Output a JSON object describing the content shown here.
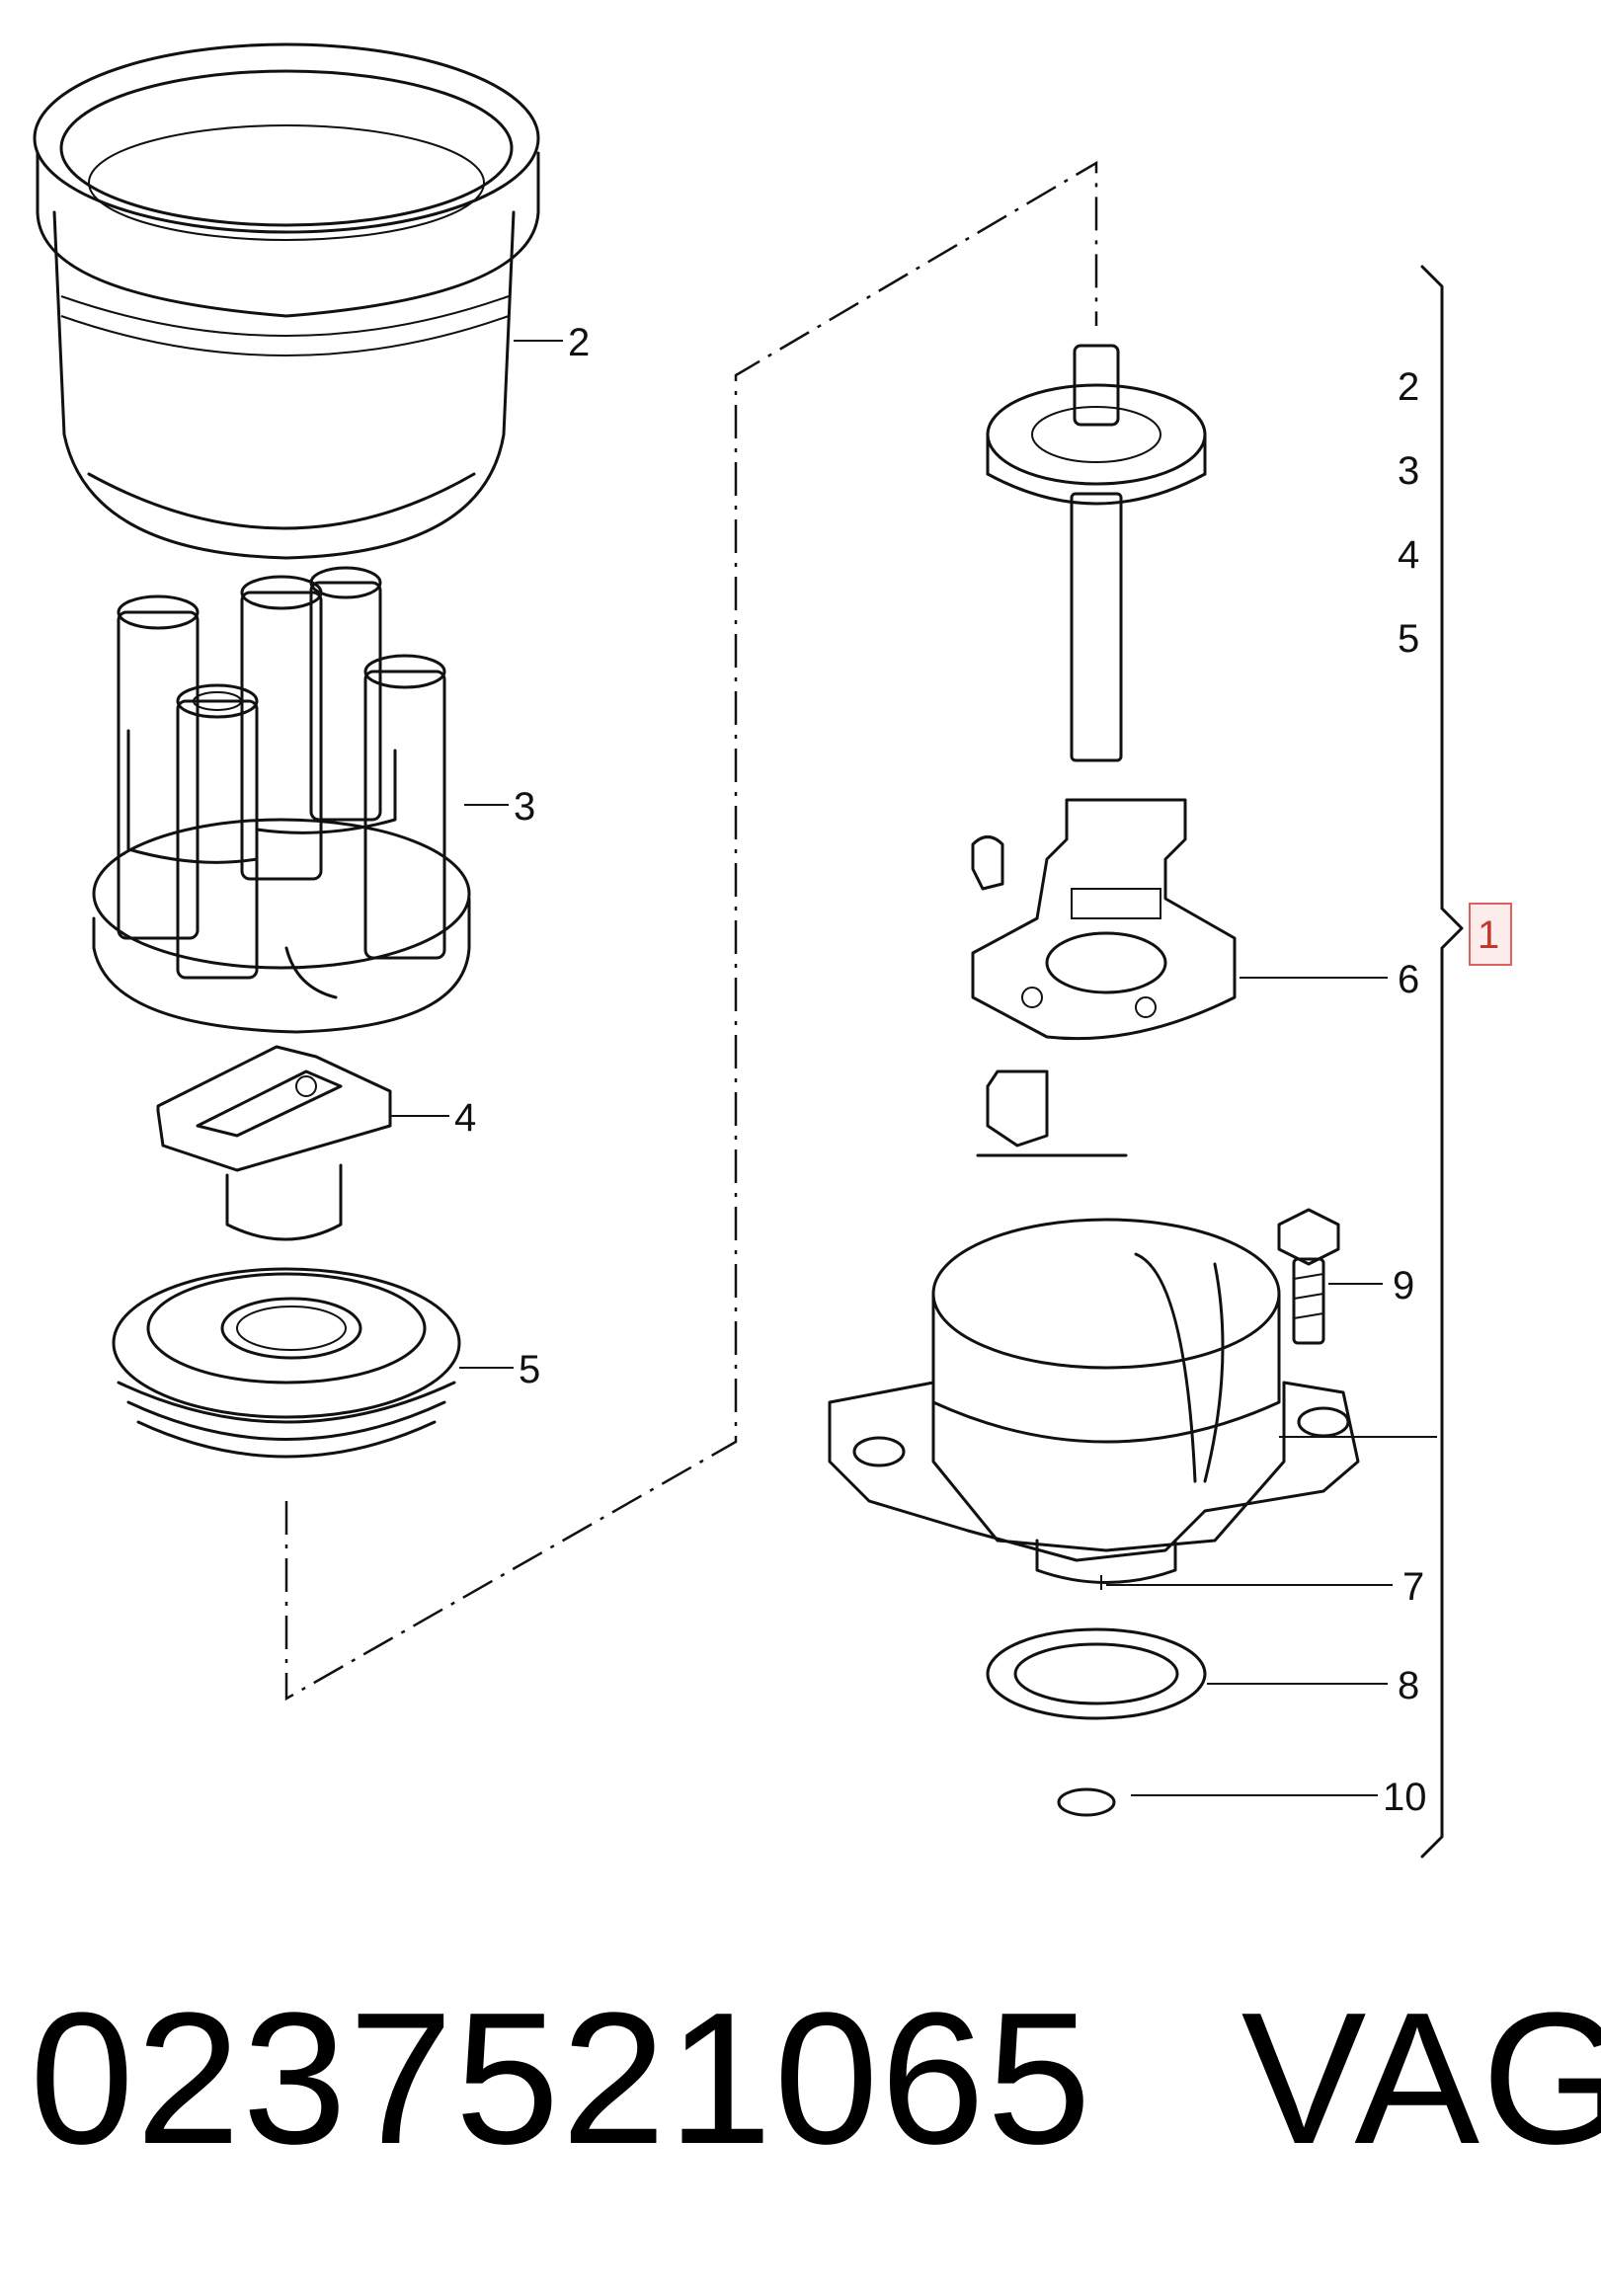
{
  "callouts_left": {
    "cap_ring": "2",
    "distributor_cap": "3",
    "rotor": "4",
    "seal_plate": "5"
  },
  "callouts_right": {
    "list": [
      "2",
      "3",
      "4",
      "5"
    ],
    "sensor_plate": "6",
    "shaft_tip": "7",
    "o_ring": "8",
    "bolt": "9",
    "small_ring": "10"
  },
  "assembly_label": "1",
  "caption": {
    "part_number": "0237521065",
    "brand": "VAG"
  },
  "colors": {
    "line": "#111111",
    "highlight_box": "#e06060"
  }
}
